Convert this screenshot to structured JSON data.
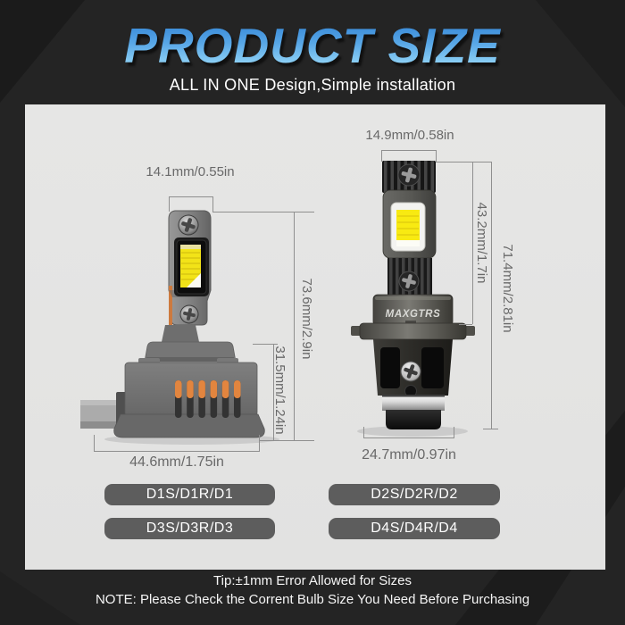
{
  "header": {
    "title": "PRODUCT SIZE",
    "subtitle": "ALL IN ONE Design,Simple installation"
  },
  "panel": {
    "left_bulb": {
      "dim_width_top": "14.1mm/0.55in",
      "dim_height_total": "73.6mm/2.9in",
      "dim_height_base": "31.5mm/1.24in",
      "dim_width_base": "44.6mm/1.75in",
      "badges": [
        "D1S/D1R/D1",
        "D3S/D3R/D3"
      ]
    },
    "right_bulb": {
      "brand": "MAXGTRS",
      "dim_width_top": "14.9mm/0.58in",
      "dim_height_upper": "43.2mm/1.7in",
      "dim_height_total": "71.4mm/2.81in",
      "dim_width_base": "24.7mm/0.97in",
      "badges": [
        "D2S/D2R/D2",
        "D4S/D4R/D4"
      ]
    }
  },
  "footer": {
    "tip": "Tip:±1mm Error Allowed for Sizes",
    "note": "NOTE: Please Check the Corrent Bulb Size You Need Before Purchasing"
  },
  "colors": {
    "background": "#242424",
    "panel": "#e3e3e2",
    "title_gradient_top": "#2e7fd2",
    "title_gradient_bottom": "#a6e3fb",
    "dimension_text": "#696969",
    "badge_background": "#5d5d5d",
    "led_chip_yellow": "#f6e714",
    "pin_orange": "#dd8040"
  }
}
